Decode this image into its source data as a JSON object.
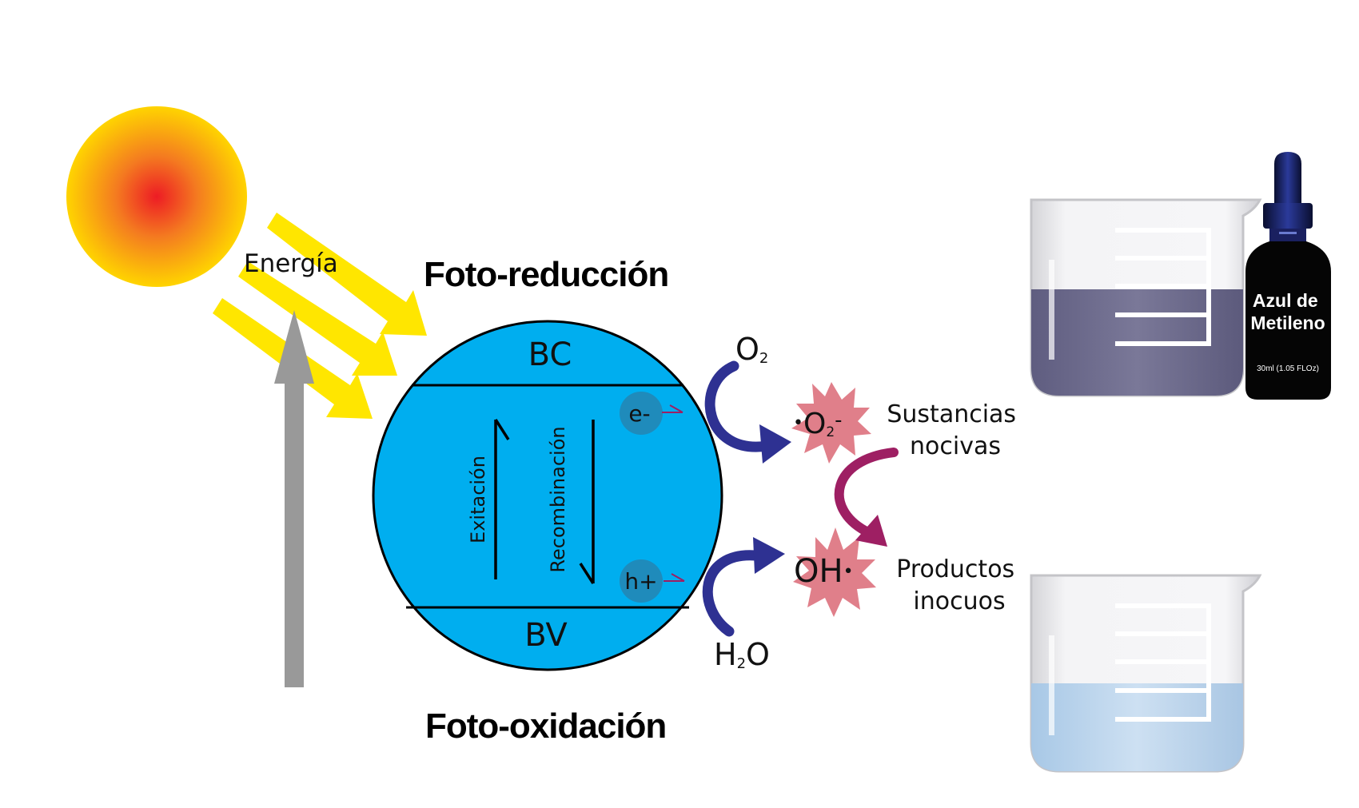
{
  "energy_label": "Energía",
  "top_title": "Foto-reducción",
  "bottom_title": "Foto-oxidación",
  "band_top": "BC",
  "band_bottom": "BV",
  "excitation_label": "Exitación",
  "recombination_label": "Recombinación",
  "electron_label": "e-",
  "hole_label": "h+",
  "o2": {
    "main": "O",
    "sub": "2"
  },
  "superoxide": {
    "dot": "•",
    "main": "O",
    "sub": "2",
    "sup": "-"
  },
  "water": {
    "main": "H",
    "sub": "2",
    "tail": "O"
  },
  "hydroxyl": {
    "main": "OH",
    "dot": "•"
  },
  "harmful_label": {
    "line1": "Sustancias",
    "line2": "nocivas"
  },
  "harmless_label": {
    "line1": "Productos",
    "line2": "inocuos"
  },
  "bottle": {
    "line1": "Azul de",
    "line2": "Metileno",
    "volume": "30ml (1.05 FLOz)"
  },
  "colors": {
    "semiconductor": "#00AEEF",
    "o_arrow": "#2E3192",
    "conversion_arrow": "#9E1F63",
    "radical_star": "#E07F8A",
    "light_rays": "#FFE600",
    "energy_arrow": "#999999",
    "dirty_liquid": "#6E6C8E",
    "clean_liquid": "#BDD7EE"
  }
}
